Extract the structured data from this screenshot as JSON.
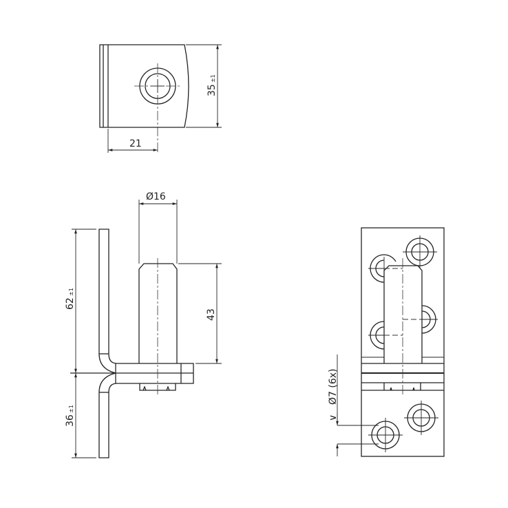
{
  "top_view": {
    "height_dim": "35",
    "height_tol": "±1",
    "offset_dim": "21"
  },
  "side_view": {
    "pin_diameter": "Ø16",
    "pin_length": "43",
    "upper_dim": "62",
    "upper_tol": "±1",
    "lower_dim": "36",
    "lower_tol": "±1"
  },
  "front_view": {
    "hole_note": "Ø7 (6x)",
    "countersink_symbol": "∨"
  }
}
